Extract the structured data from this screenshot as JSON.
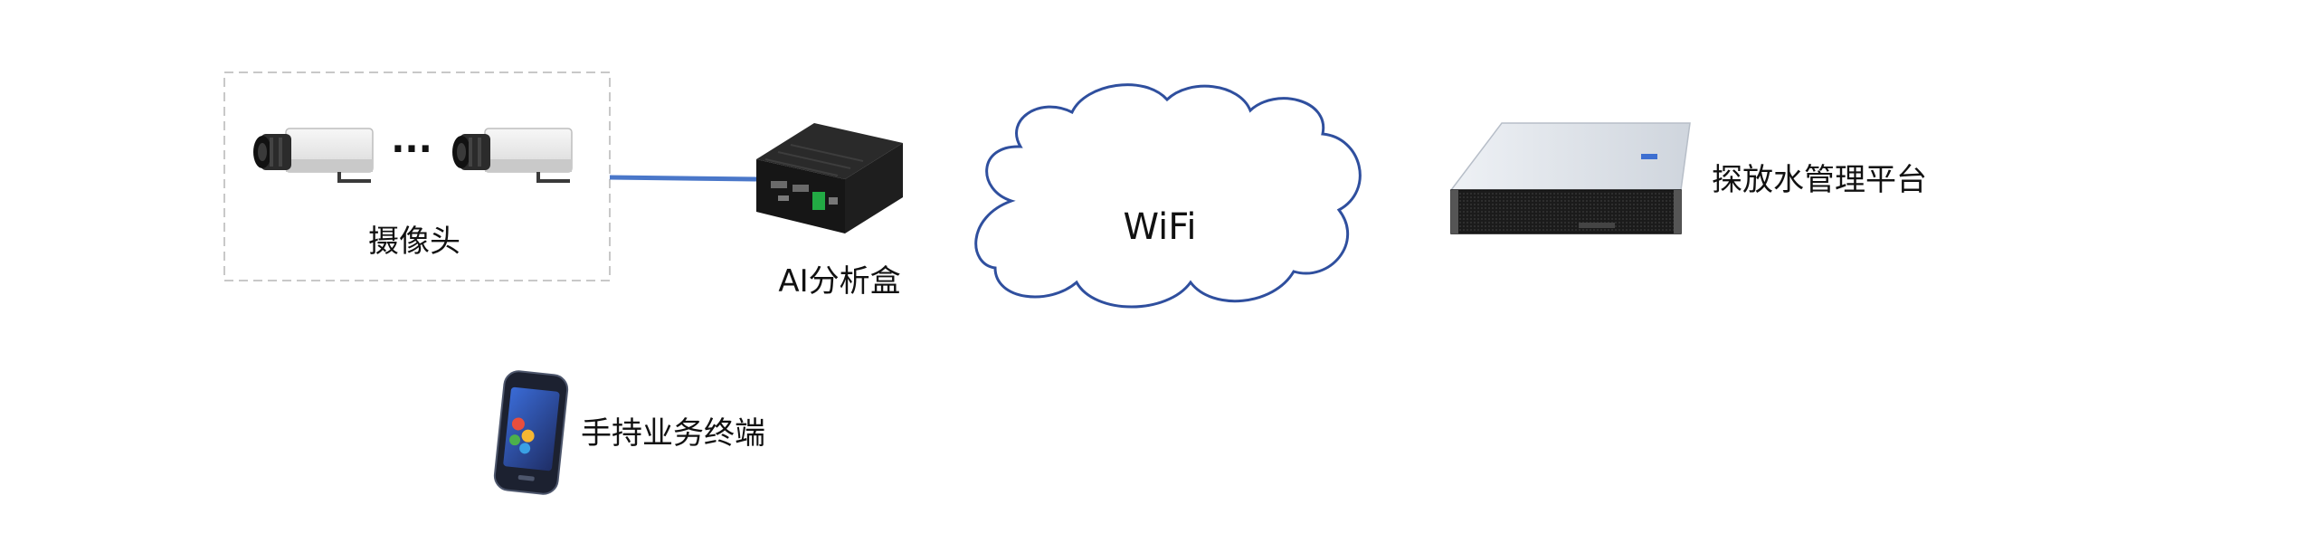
{
  "nodes": {
    "camera_group_label": "摄像头",
    "ai_box_label": "AI分析盒",
    "network_label": "WiFi",
    "platform_label": "探放水管理平台",
    "handheld_label": "手持业务终端"
  },
  "ellipsis": "···",
  "colors": {
    "link": "#4a77c9",
    "cloud": "#2f4f9e",
    "dashed_border": "#c8c8c8"
  }
}
